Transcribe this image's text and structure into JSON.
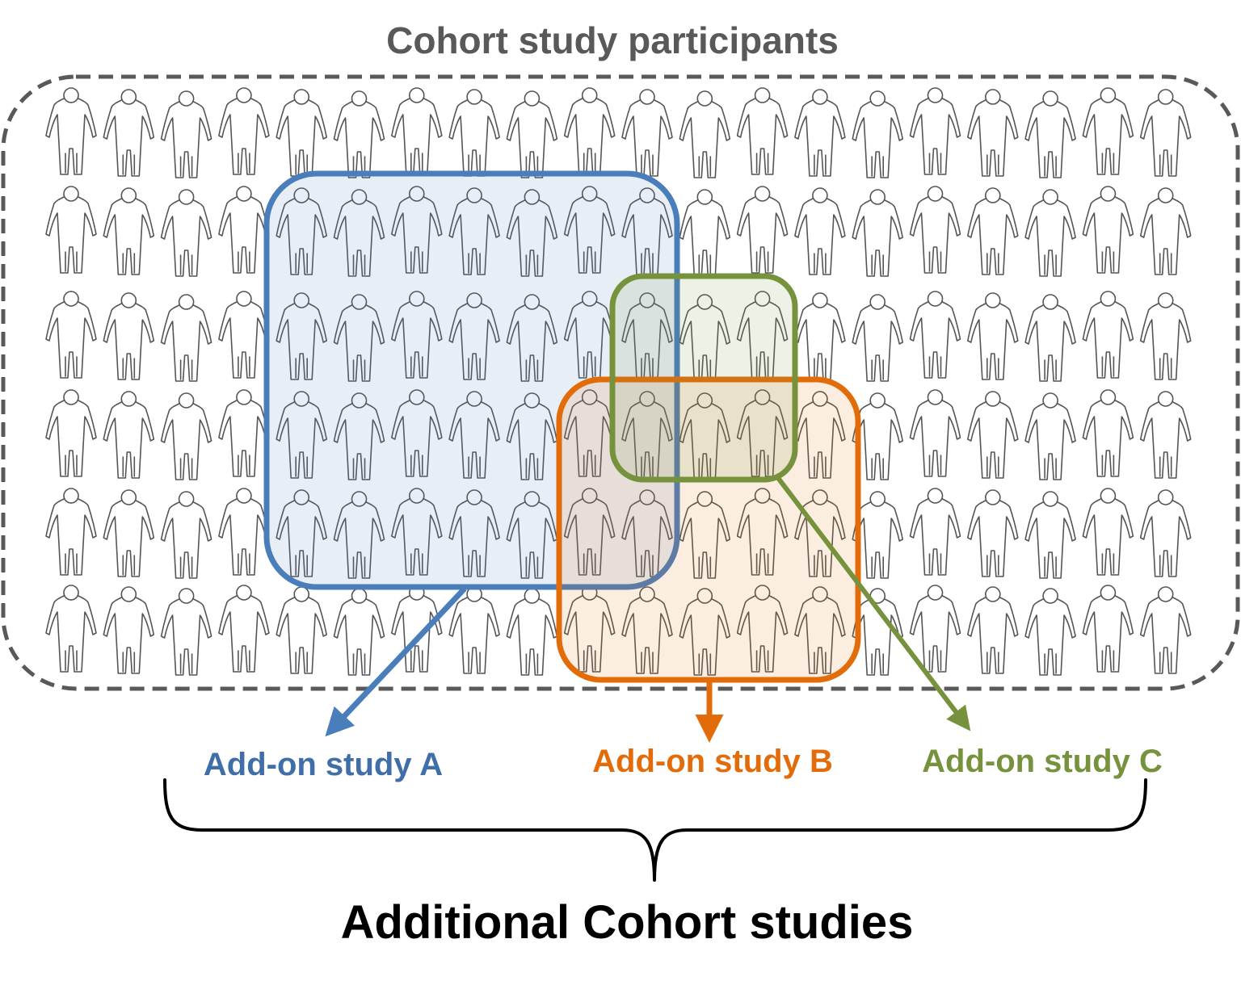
{
  "title": "Cohort study participants",
  "population": {
    "rows": 6,
    "columns": 20,
    "total": 120
  },
  "studies": [
    {
      "id": "A",
      "label": "Add-on study A",
      "color": "#4a7ebb",
      "text_color": "#3f6ea8",
      "fill": "rgba(74,126,187,0.13)"
    },
    {
      "id": "B",
      "label": "Add-on study B",
      "color": "#e36c0a",
      "text_color": "#e36c0a",
      "fill": "rgba(227,108,10,0.12)"
    },
    {
      "id": "C",
      "label": "Add-on study C",
      "color": "#76923c",
      "text_color": "#76923c",
      "fill": "rgba(118,146,60,0.13)"
    }
  ],
  "group_label": "Additional Cohort studies",
  "colors": {
    "title": "#595959",
    "dashed_border": "#595959",
    "person_stroke": "#555555",
    "group_label": "#000000",
    "brace": "#000000"
  },
  "icons": {
    "person": "person-icon"
  }
}
